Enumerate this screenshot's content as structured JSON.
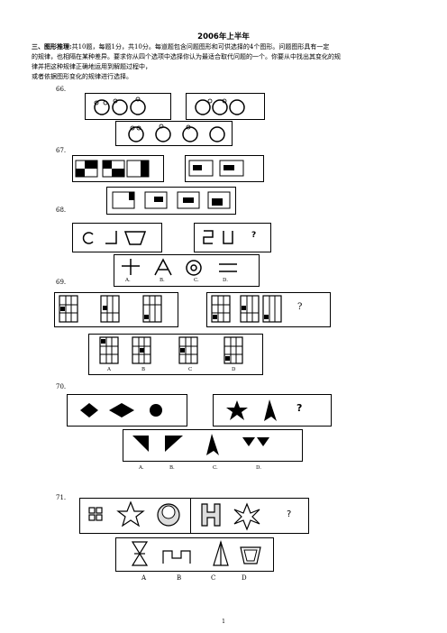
{
  "title": "2006年上半年",
  "section_heading": "三、图形推理:",
  "instructions_line1": "共10题，每题1分，共10分。每道题包含问题图形和可供选择的4个图形。问题图形具有一定",
  "instructions_line2": "的规律，也相隔在某种差异。要求你从四个选项中选择你认为最适合取代问题的一个。你要从中找出其变化的规",
  "instructions_line3": "律并把这种规律正确地运用到解题过程中，",
  "instructions_line4": "或者依据图形变化的规律进行选择。",
  "questions": [
    {
      "number": "66."
    },
    {
      "number": "67."
    },
    {
      "number": "68."
    },
    {
      "number": "69."
    },
    {
      "number": "70."
    },
    {
      "number": "71."
    }
  ],
  "question_mark": "?",
  "option_labels": [
    "A",
    "B",
    "C",
    "D"
  ],
  "option_labels_dotted": [
    "A.",
    "B.",
    "C.",
    "D."
  ],
  "page_number": "1"
}
